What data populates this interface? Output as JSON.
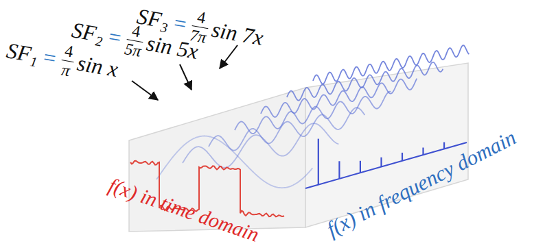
{
  "diagram": {
    "labels": [
      "SF",
      "1",
      "=",
      "4",
      "π",
      "sin x",
      "SF",
      "2",
      "=",
      "4",
      "5π",
      "sin 5x",
      "SF",
      "3",
      "=",
      "4",
      "7π",
      "sin 7x",
      "f(x) in time domain",
      "f(x) in frequency domain"
    ]
  }
}
